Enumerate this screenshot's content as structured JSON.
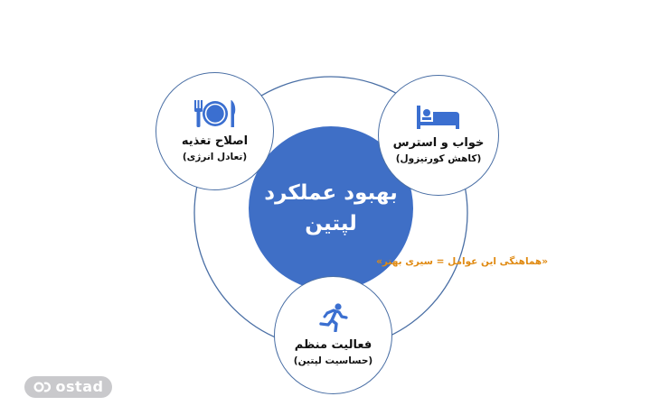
{
  "diagram": {
    "center": {
      "title_line1": "بهبود عملکرد",
      "title_line2": "لپتین"
    },
    "nodes": [
      {
        "id": "nutrition",
        "icon": "fork-plate-knife-icon",
        "title": "اصلاح تغذیه",
        "subtitle": "(تعادل انرژی)"
      },
      {
        "id": "sleep-stress",
        "icon": "bed-icon",
        "title": "خواب و استرس",
        "subtitle": "(کاهش کورتیزول)"
      },
      {
        "id": "activity",
        "icon": "running-person-icon",
        "title": "فعالیت منظم",
        "subtitle": "(حساسیت لپتین)"
      }
    ],
    "note": "«هماهنگی این عوامل = سیری بهتر»"
  },
  "colors": {
    "center_fill": "#3f6fc6",
    "icon_blue": "#3b6fd0",
    "outline": "#4a6fa5",
    "note_orange": "#e08a12",
    "logo_bg": "#c9c9cc"
  },
  "branding": {
    "logo_text": "ostad"
  }
}
